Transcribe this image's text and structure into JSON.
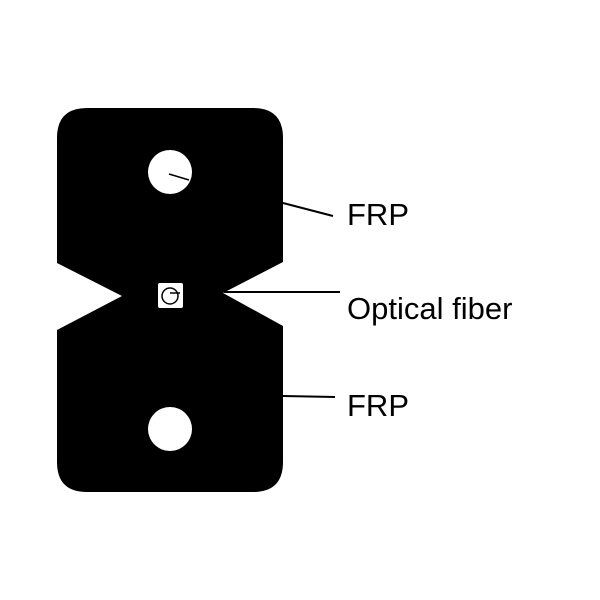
{
  "labels": {
    "frp_top": "FRP",
    "optical_fiber": "Optical fiber",
    "frp_bottom": "FRP"
  },
  "colors": {
    "cable": "#000000",
    "background": "#ffffff"
  }
}
